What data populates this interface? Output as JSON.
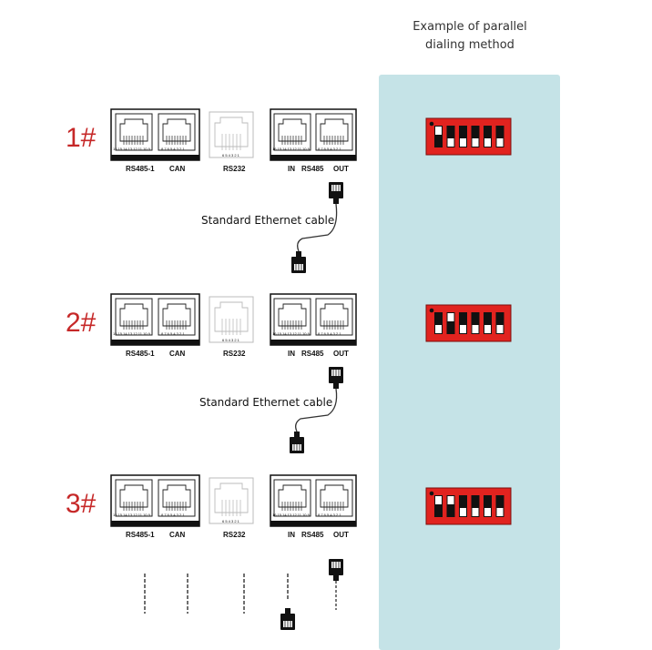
{
  "header": {
    "line1": "Example of parallel",
    "line2": "dialing method"
  },
  "units": [
    {
      "label": "1#",
      "dip": [
        1,
        0,
        0,
        0,
        0,
        0
      ]
    },
    {
      "label": "2#",
      "dip": [
        0,
        1,
        0,
        0,
        0,
        0
      ]
    },
    {
      "label": "3#",
      "dip": [
        1,
        1,
        0,
        0,
        0,
        0
      ]
    }
  ],
  "ports": {
    "rs485_1": "RS485-1",
    "can": "CAN",
    "rs232": "RS232",
    "in": "IN",
    "rs485": "RS485",
    "out": "OUT",
    "pins_left": "16 15 14 13 12 11 10 9",
    "pins_can": "8 7 6 5 4 3 2 1",
    "pins_rs232": "6 5 4 3 2 1",
    "pins_in": "16 15 14 13 12 11 10 9",
    "pins_out": "8 7 6 5 4 3 2 1"
  },
  "cable_label": "Standard Ethernet cable",
  "colors": {
    "panel": "#c5e3e7",
    "dip_red": "#e1231f",
    "label_red": "#c62828"
  }
}
